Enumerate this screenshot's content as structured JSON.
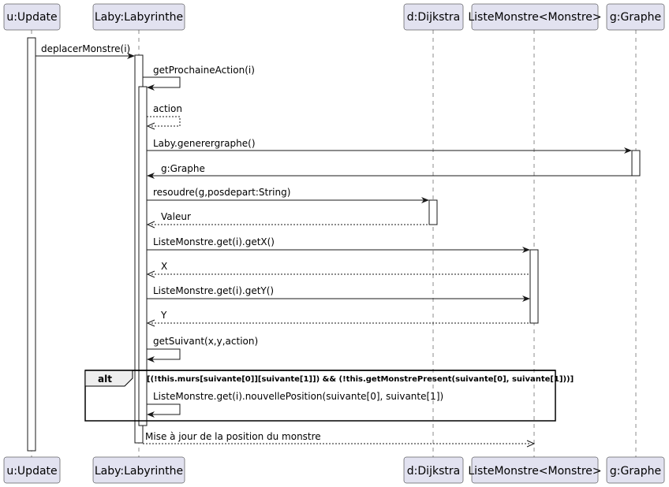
{
  "participants": [
    {
      "id": "u",
      "label": "u:Update"
    },
    {
      "id": "laby",
      "label": "Laby:Labyrinthe"
    },
    {
      "id": "dijkstra",
      "label": "d:Dijkstra"
    },
    {
      "id": "liste",
      "label": "ListeMonstre<Monstre>"
    },
    {
      "id": "graphe",
      "label": "g:Graphe"
    }
  ],
  "messages": [
    {
      "id": "m1",
      "text": "deplacerMonstre(i)"
    },
    {
      "id": "m2",
      "text": "getProchaineAction(i)"
    },
    {
      "id": "m3",
      "text": "action"
    },
    {
      "id": "m4",
      "text": "Laby.generergraphe()"
    },
    {
      "id": "m5",
      "text": "g:Graphe"
    },
    {
      "id": "m6",
      "text": "resoudre(g,posdepart:String)"
    },
    {
      "id": "m7",
      "text": "Valeur"
    },
    {
      "id": "m8",
      "text": "ListeMonstre.get(i).getX()"
    },
    {
      "id": "m9",
      "text": "X"
    },
    {
      "id": "m10",
      "text": "ListeMonstre.get(i).getY()"
    },
    {
      "id": "m11",
      "text": "Y"
    },
    {
      "id": "m12",
      "text": "getSuivant(x,y,action)"
    },
    {
      "id": "m13",
      "text": "ListeMonstre.get(i).nouvellePosition(suivante[0], suivante[1])"
    },
    {
      "id": "m14",
      "text": "Mise à jour de la position du monstre"
    }
  ],
  "fragment": {
    "label": "alt",
    "guard": "[(!this.murs[suivante[0]][suivante[1]]) && (!this.getMonstrePresent(suivante[0], suivante[1]))]"
  }
}
